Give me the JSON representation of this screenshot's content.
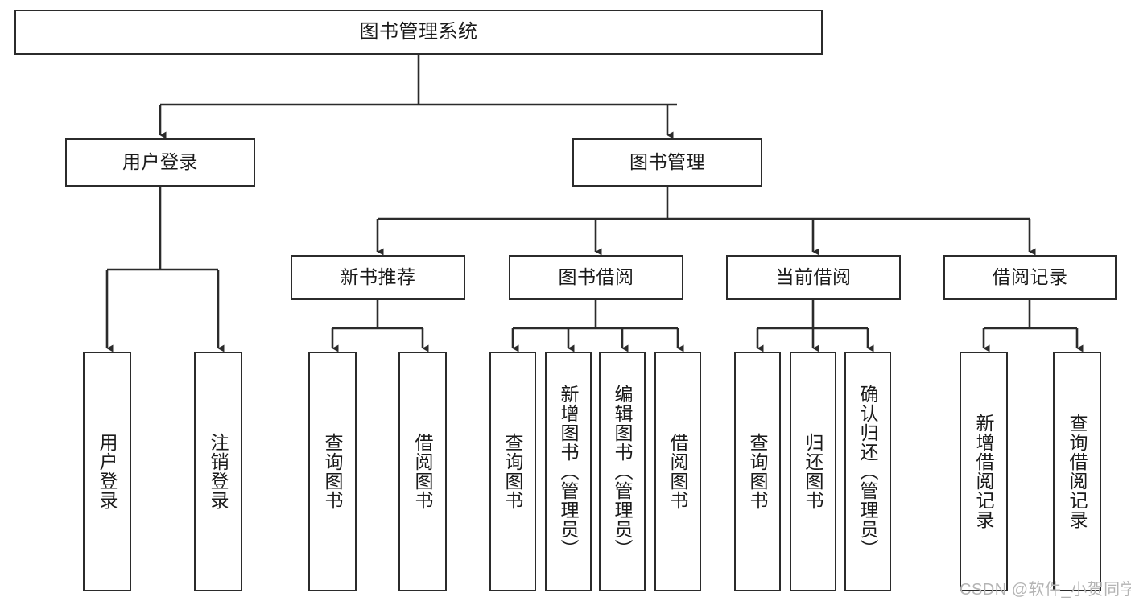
{
  "diagram": {
    "title": "图书管理系统",
    "type": "tree-hierarchy",
    "root": {
      "label": "图书管理系统"
    },
    "level1": [
      {
        "label": "用户登录"
      },
      {
        "label": "图书管理"
      }
    ],
    "level2": [
      {
        "label": "新书推荐"
      },
      {
        "label": "图书借阅"
      },
      {
        "label": "当前借阅"
      },
      {
        "label": "借阅记录"
      }
    ],
    "leaves": {
      "user_login": [
        {
          "label": "用户登录"
        },
        {
          "label": "注销登录"
        }
      ],
      "new_book_recommend": [
        {
          "label": "查询图书"
        },
        {
          "label": "借阅图书"
        }
      ],
      "book_borrow": [
        {
          "label": "查询图书"
        },
        {
          "label": "新增图书（管理员）"
        },
        {
          "label": "编辑图书（管理员）"
        },
        {
          "label": "借阅图书"
        }
      ],
      "current_borrow": [
        {
          "label": "查询图书"
        },
        {
          "label": "归还图书"
        },
        {
          "label": "确认归还（管理员）"
        }
      ],
      "borrow_record": [
        {
          "label": "新增借阅记录"
        },
        {
          "label": "查询借阅记录"
        }
      ]
    }
  },
  "watermark": {
    "text": "CSDN @软件_小贺同学"
  },
  "colors": {
    "stroke": "#2b2b2b",
    "text": "#1a1a1a",
    "background": "#ffffff",
    "watermark": "#b4b4b4"
  }
}
